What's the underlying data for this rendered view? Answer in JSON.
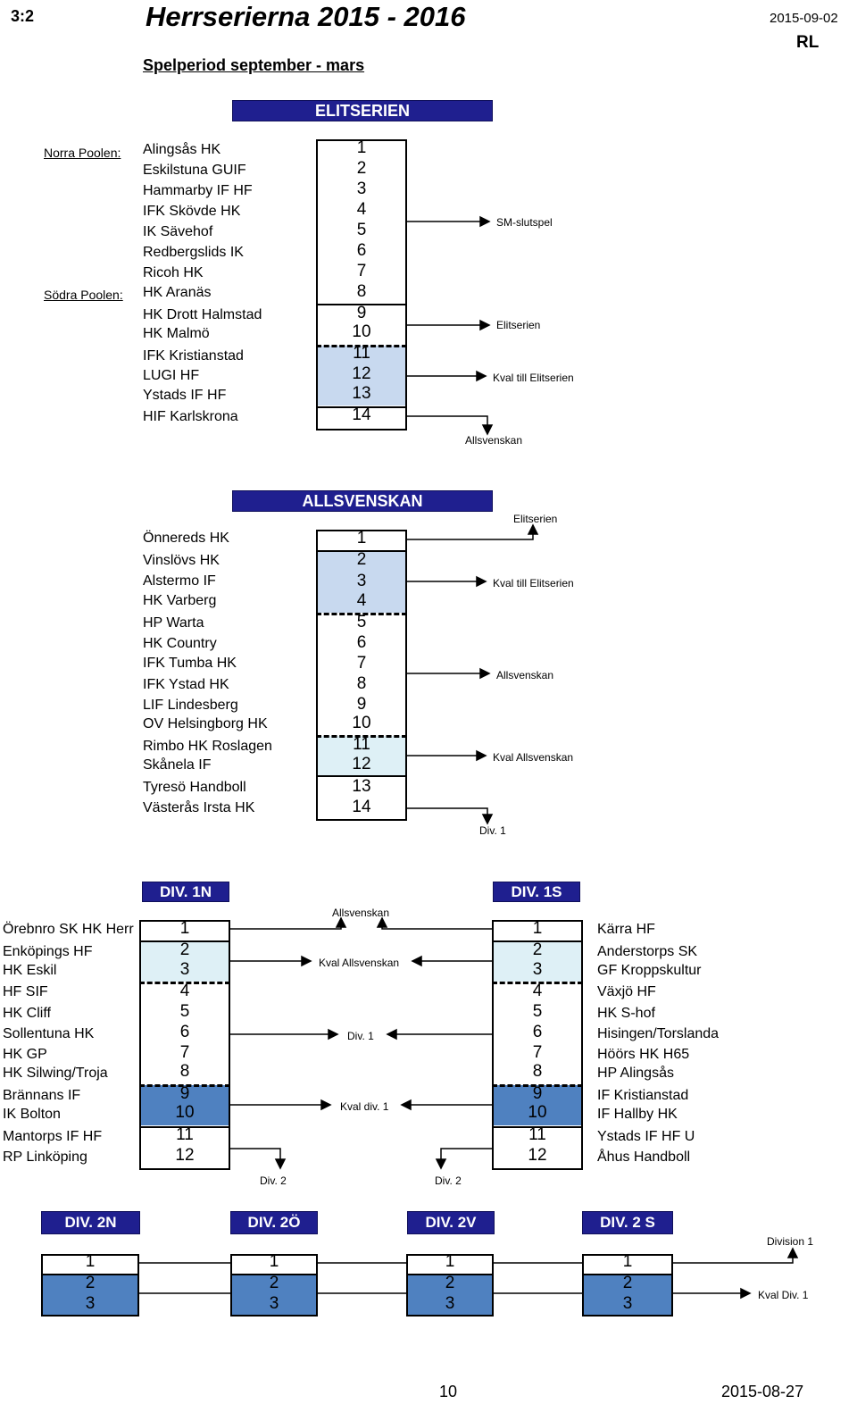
{
  "header": {
    "page_code": "3:2",
    "title": "Herrserierna 2015 - 2016",
    "date": "2015-09-02",
    "initials": "RL",
    "subtitle": "Spelperiod september - mars"
  },
  "elitserien": {
    "title": "ELITSERIEN",
    "pool_north": "Norra Poolen:",
    "pool_south": "Södra Poolen:",
    "teams": [
      "Alingsås HK",
      "Eskilstuna GUIF",
      "Hammarby IF  HF",
      "IFK Skövde HK",
      "IK Sävehof",
      "Redbergslids IK",
      "Ricoh HK",
      "HK Aranäs",
      "HK Drott Halmstad",
      "HK Malmö",
      "IFK Kristianstad",
      "LUGI HF",
      "Ystads IF HF",
      "HIF Karlskrona"
    ],
    "positions": [
      "1",
      "2",
      "3",
      "4",
      "5",
      "6",
      "7",
      "8",
      "9",
      "10",
      "11",
      "12",
      "13",
      "14"
    ],
    "outcomes": {
      "sm": "SM-slutspel",
      "stay": "Elitserien",
      "kval": "Kval till Elitserien",
      "down": "Allsvenskan"
    }
  },
  "allsvenskan": {
    "title": "ALLSVENSKAN",
    "teams": [
      "Önnereds HK",
      "Vinslövs HK",
      "Alstermo IF",
      "HK Varberg",
      "HP Warta",
      "HK Country",
      "IFK Tumba HK",
      "IFK Ystad HK",
      "LIF Lindesberg",
      "OV Helsingborg HK",
      "Rimbo HK Roslagen",
      "Skånela IF",
      "Tyresö Handboll",
      "Västerås Irsta HK"
    ],
    "positions": [
      "1",
      "2",
      "3",
      "4",
      "5",
      "6",
      "7",
      "8",
      "9",
      "10",
      "11",
      "12",
      "13",
      "14"
    ],
    "outcomes": {
      "up": "Elitserien",
      "kval": "Kval till Elitserien",
      "stay": "Allsvenskan",
      "kval_down": "Kval Allsvenskan",
      "down": "Div. 1"
    }
  },
  "div1": {
    "north_title": "DIV. 1N",
    "south_title": "DIV. 1S",
    "north_teams": [
      "Örebnro SK HK Herr",
      "Enköpings HF",
      "HK Eskil",
      "HF SIF",
      "HK Cliff",
      "Sollentuna HK",
      "HK GP",
      "HK Silwing/Troja",
      "Brännans IF",
      "IK Bolton",
      "Mantorps IF HF",
      "RP Linköping"
    ],
    "south_teams": [
      "Kärra HF",
      "Anderstorps SK",
      "GF Kroppskultur",
      "Växjö HF",
      "HK S-hof",
      "Hisingen/Torslanda",
      "Höörs HK H65",
      "HP Alingsås",
      "IF Kristianstad",
      "IF Hallby HK",
      "Ystads IF HF U",
      "Åhus Handboll"
    ],
    "positions": [
      "1",
      "2",
      "3",
      "4",
      "5",
      "6",
      "7",
      "8",
      "9",
      "10",
      "11",
      "12"
    ],
    "outcomes": {
      "up": "Allsvenskan",
      "kval_up": "Kval Allsvenskan",
      "stay": "Div. 1",
      "kval_down": "Kval div. 1",
      "down_north": "Div. 2",
      "down_south": "Div. 2"
    }
  },
  "div2": {
    "titles": [
      "DIV. 2N",
      "DIV. 2Ö",
      "DIV. 2V",
      "DIV. 2 S"
    ],
    "positions": [
      "1",
      "2",
      "3"
    ],
    "outcomes": {
      "up": "Division 1",
      "kval": "Kval Div. 1"
    }
  },
  "footer": {
    "page_number": "10",
    "date": "2015-08-27"
  }
}
